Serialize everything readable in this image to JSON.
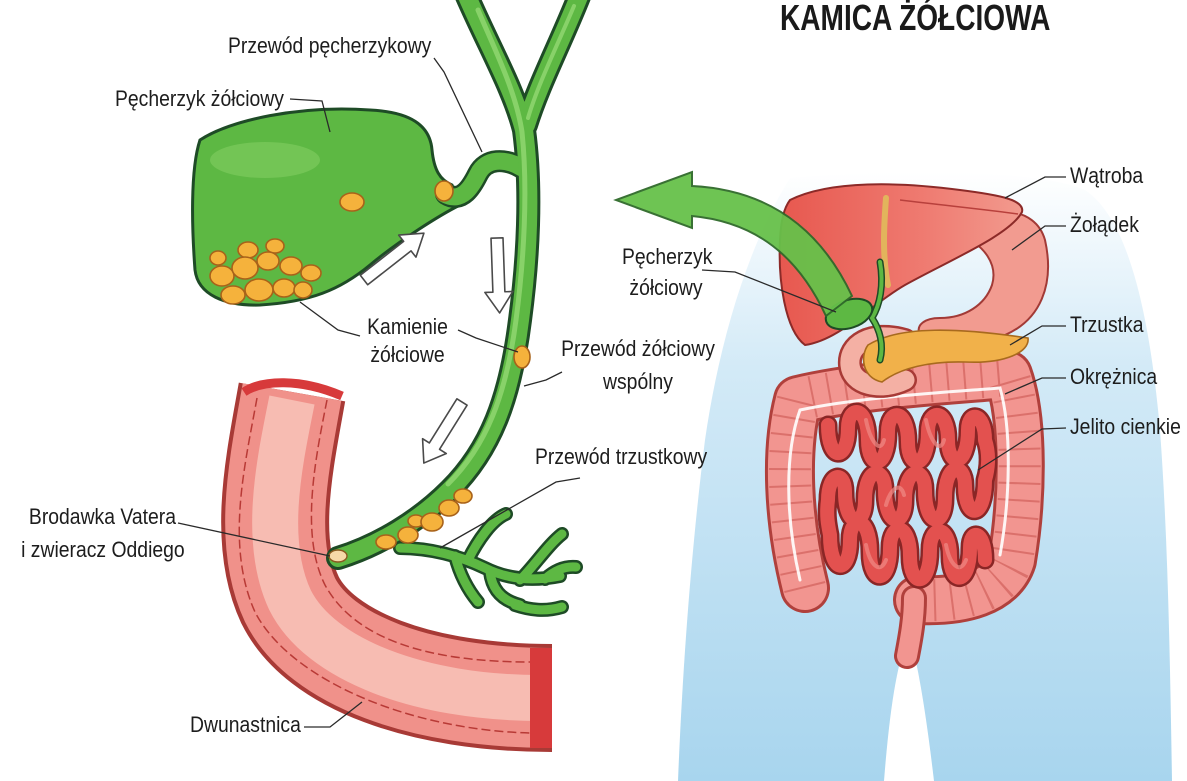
{
  "title": "KAMICA ŻÓŁCIOWA",
  "detail": {
    "cystic_duct": "Przewód pęcherzykowy",
    "gallbladder": "Pęcherzyk żółciowy",
    "gallstones": [
      "Kamienie",
      "żółciowe"
    ],
    "common_bile_duct": [
      "Przewód żółciowy",
      "wspólny"
    ],
    "pancreatic_duct": "Przewód trzustkowy",
    "ampulla": [
      "Brodawka Vatera",
      "i zwieracz Oddiego"
    ],
    "duodenum": "Dwunastnica"
  },
  "overview": {
    "liver": "Wątroba",
    "stomach": "Żołądek",
    "gallbladder": [
      "Pęcherzyk",
      "żółciowy"
    ],
    "pancreas": "Trzustka",
    "colon": "Okrężnica",
    "small_intestine": "Jelito cienkie"
  },
  "colors": {
    "bile_duct_green": "#5db843",
    "outline_green": "#1e4b26",
    "gallstone_orange": "#f5b23c",
    "duodenum_pink": "#f0918a",
    "body_blue": "#a8d5ee",
    "liver_red": "#ec6a62",
    "pancreas_yellow": "#f1b14a",
    "intestine_red": "#e3514f"
  }
}
